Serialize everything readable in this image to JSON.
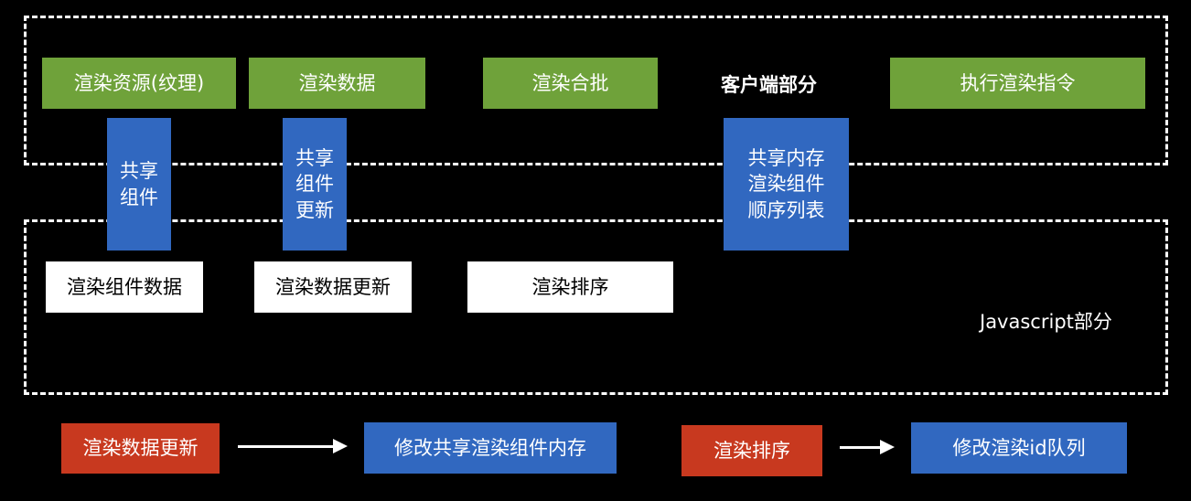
{
  "client": {
    "label": "客户端部分",
    "render_resource": "渲染资源(纹理)",
    "render_data": "渲染数据",
    "render_batch": "渲染合批",
    "execute_commands": "执行渲染指令"
  },
  "shared": {
    "components": "共享\n组件",
    "component_updates": "共享\n组件\n更新",
    "memory": "共享内存\n渲染组件\n顺序列表"
  },
  "javascript": {
    "label": "Javascript部分",
    "component_data": "渲染组件数据",
    "data_update": "渲染数据更新",
    "sort": "渲染排序"
  },
  "legend": {
    "update_from": "渲染数据更新",
    "update_to": "修改共享渲染组件内存",
    "sort_from": "渲染排序",
    "sort_to": "修改渲染id队列"
  },
  "colors": {
    "green": "#6fa23a",
    "blue": "#3168c0",
    "red": "#c8391f",
    "white": "#ffffff",
    "background": "#000000"
  }
}
